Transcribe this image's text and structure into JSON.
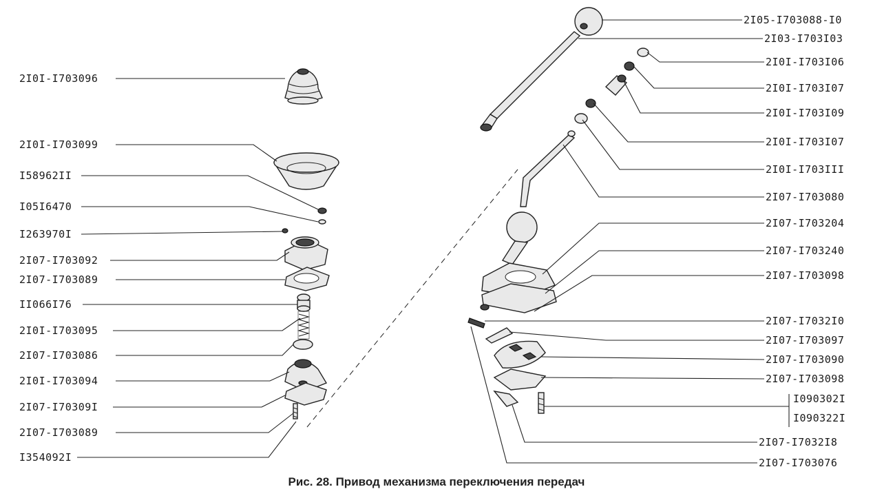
{
  "left_labels": [
    "2I0I-I703096",
    "2I0I-I703099",
    "I58962II",
    "I05I6470",
    "I263970I",
    "2I07-I703092",
    "2I07-I703089",
    "II066I76",
    "2I0I-I703095",
    "2I07-I703086",
    "2I0I-I703094",
    "2I07-I70309I",
    "2I07-I703089",
    "I354092I"
  ],
  "right_labels": [
    "2I05-I703088-I0",
    "2I03-I703I03",
    "2I0I-I703I06",
    "2I0I-I703I07",
    "2I0I-I703I09",
    "2I0I-I703I07",
    "2I0I-I703III",
    "2I07-I703080",
    "2I07-I703204",
    "2I07-I703240",
    "2I07-I703098",
    "2I07-I7032I0",
    "2I07-I703097",
    "2I07-I703090",
    "2I07-I703098",
    "I090302I",
    "I090322I",
    "2I07-I7032I8",
    "2I07-I703076"
  ],
  "caption": "Рис. 28. Привод механизма переключения передач"
}
